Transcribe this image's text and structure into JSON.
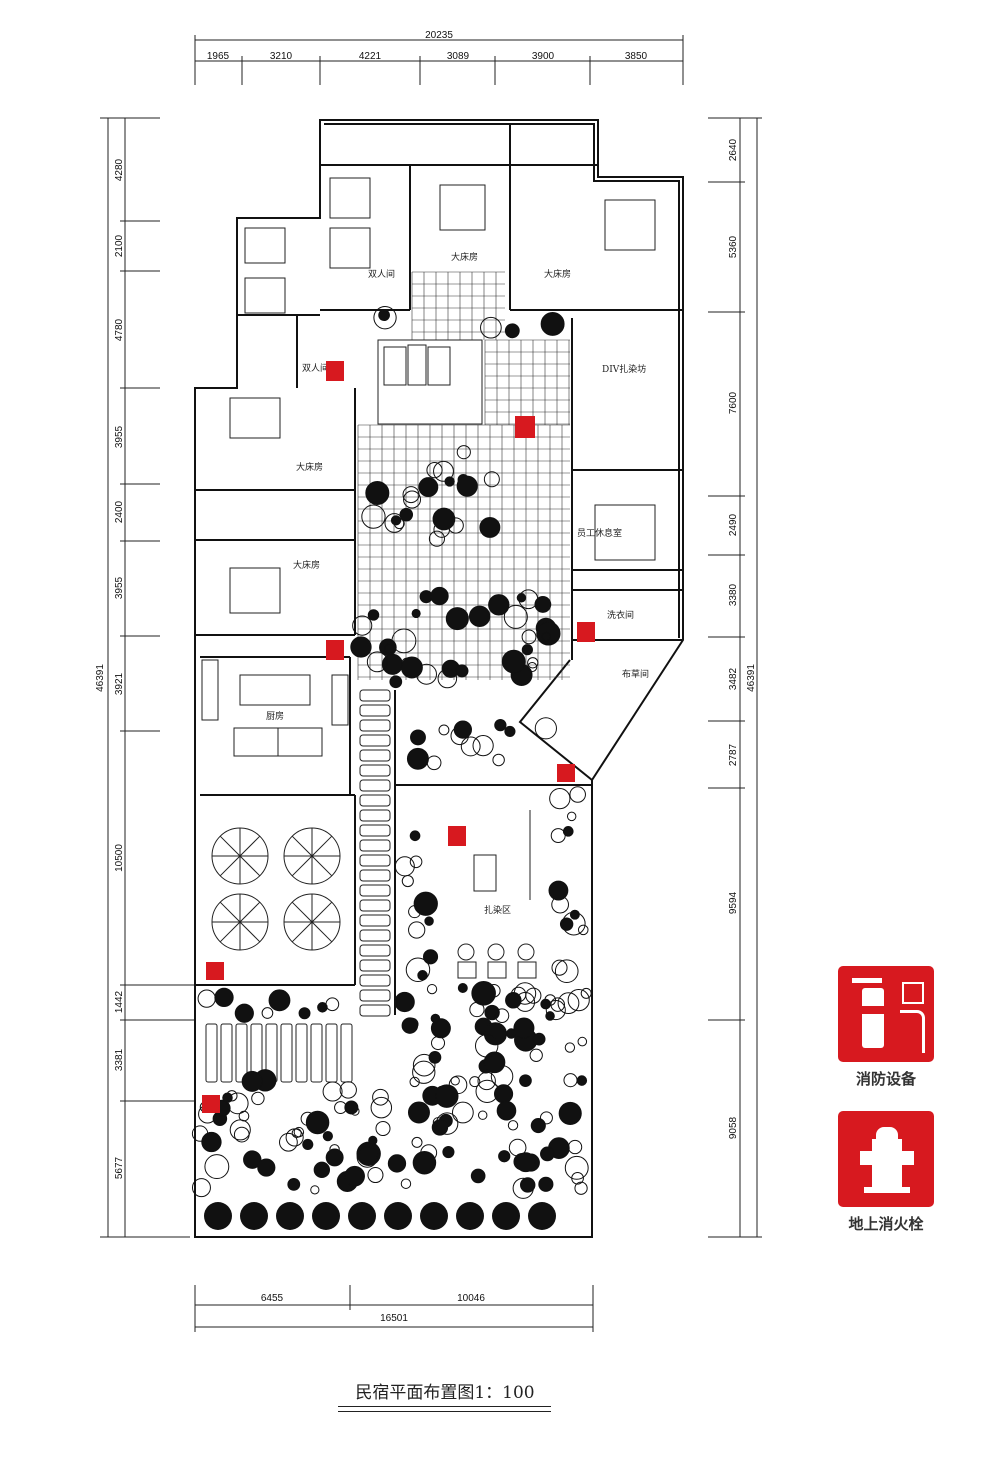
{
  "dimensions": {
    "top_total": "20235",
    "top_segments": [
      "1965",
      "3210",
      "4221",
      "3089",
      "3900",
      "3850"
    ],
    "left_total": "46391",
    "left_segments": [
      "4280",
      "2100",
      "4780",
      "3955",
      "2400",
      "3955",
      "3921",
      "10500",
      "1442",
      "3381",
      "5677"
    ],
    "right_total": "46391",
    "right_segments": [
      "2640",
      "5360",
      "7600",
      "2490",
      "3380",
      "3482",
      "2787",
      "9594",
      "9058"
    ],
    "bottom_total": "16501",
    "bottom_segments": [
      "6455",
      "10046"
    ]
  },
  "rooms": {
    "twin_upper": "双人间",
    "twin_lower": "双人间",
    "king_1": "大床房",
    "king_2": "大床房",
    "king_3": "大床房",
    "king_4": "大床房",
    "diy_studio": "DIV扎染坊",
    "staff_lounge": "员工休息室",
    "laundry": "洗衣间",
    "linen": "布草间",
    "kitchen": "厨房",
    "dye_area": "扎染区"
  },
  "legend": {
    "fire_equipment": "消防设备",
    "hydrant": "地上消火栓"
  },
  "colors": {
    "fire_red": "#d7191f"
  },
  "title": "民宿平面布置图1：100"
}
